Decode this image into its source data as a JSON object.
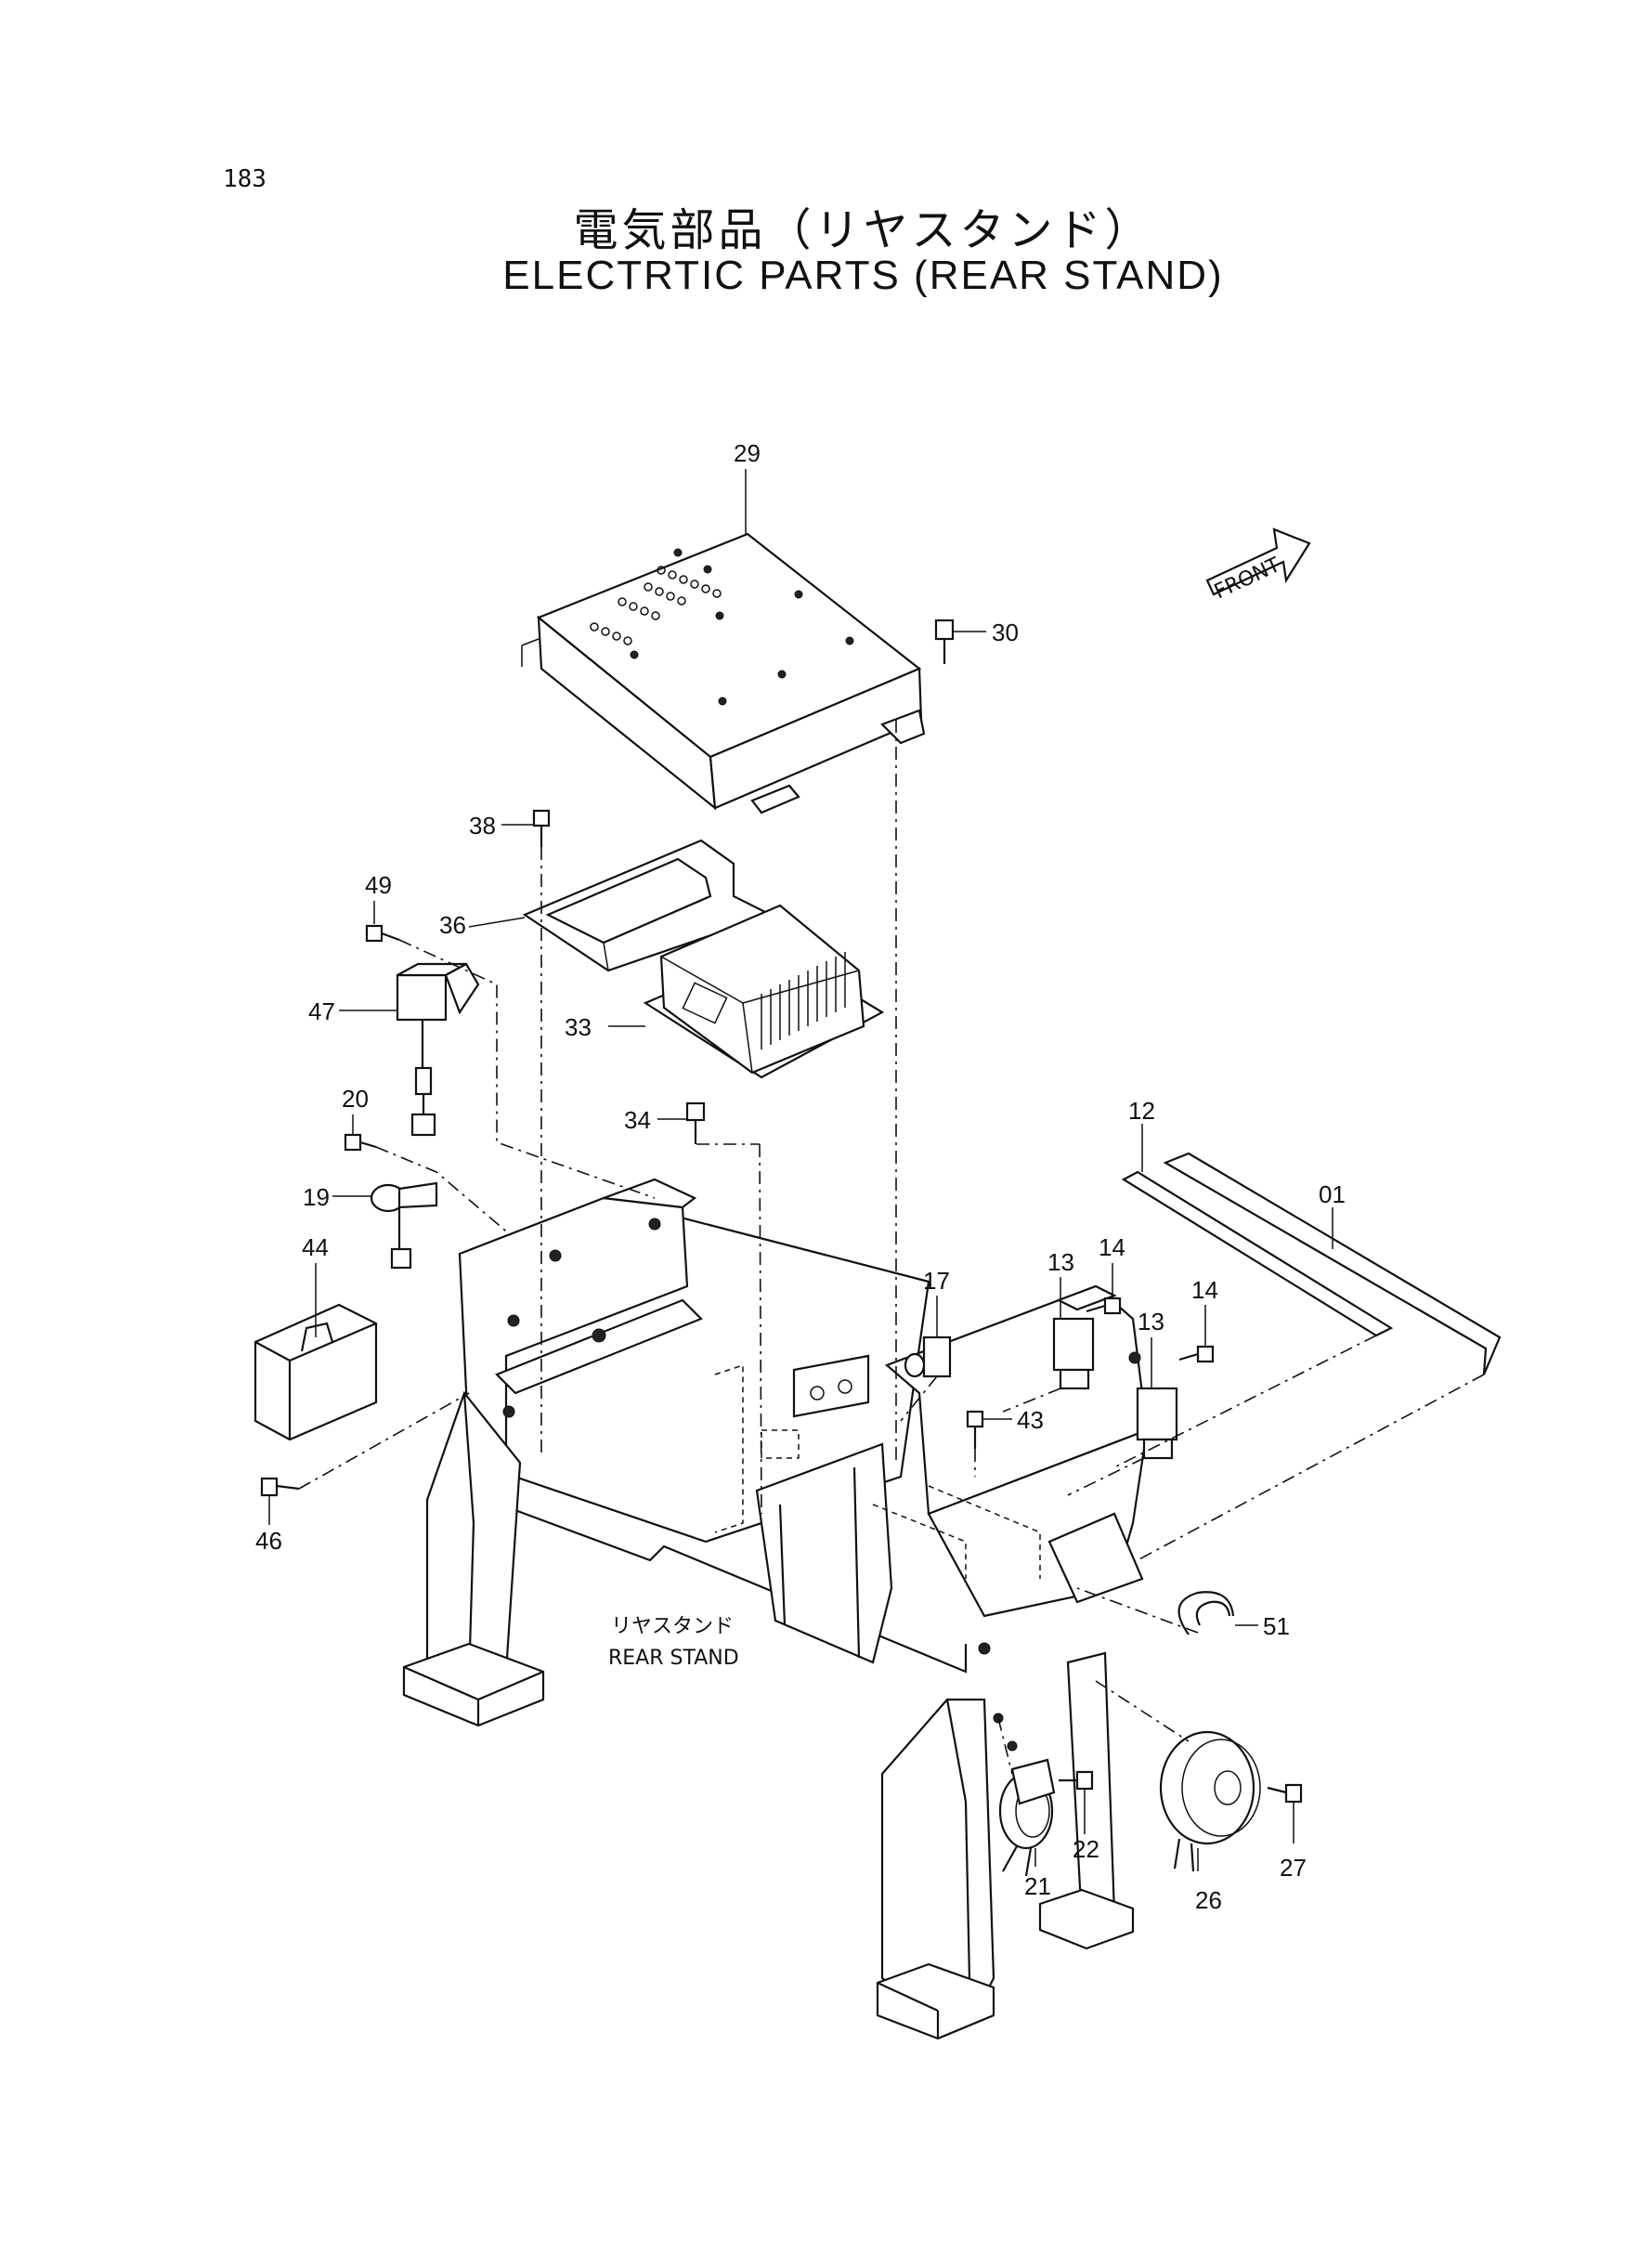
{
  "page_number": "183",
  "title_jp": "電気部品（リヤスタンド）",
  "title_en": "ELECTRTIC PARTS (REAR STAND)",
  "front_label": "FRONT",
  "rear_stand_label_jp": "リヤスタンド",
  "rear_stand_label_en": "REAR STAND",
  "callouts": {
    "p29": "29",
    "p30": "30",
    "p38": "38",
    "p36": "36",
    "p33": "33",
    "p34": "34",
    "p49": "49",
    "p47": "47",
    "p20": "20",
    "p19": "19",
    "p44": "44",
    "p46": "46",
    "p12": "12",
    "p01": "01",
    "p17": "17",
    "p13a": "13",
    "p14a": "14",
    "p13b": "13",
    "p14b": "14",
    "p43": "43",
    "p51": "51",
    "p21": "21",
    "p22": "22",
    "p26": "26",
    "p27": "27"
  }
}
